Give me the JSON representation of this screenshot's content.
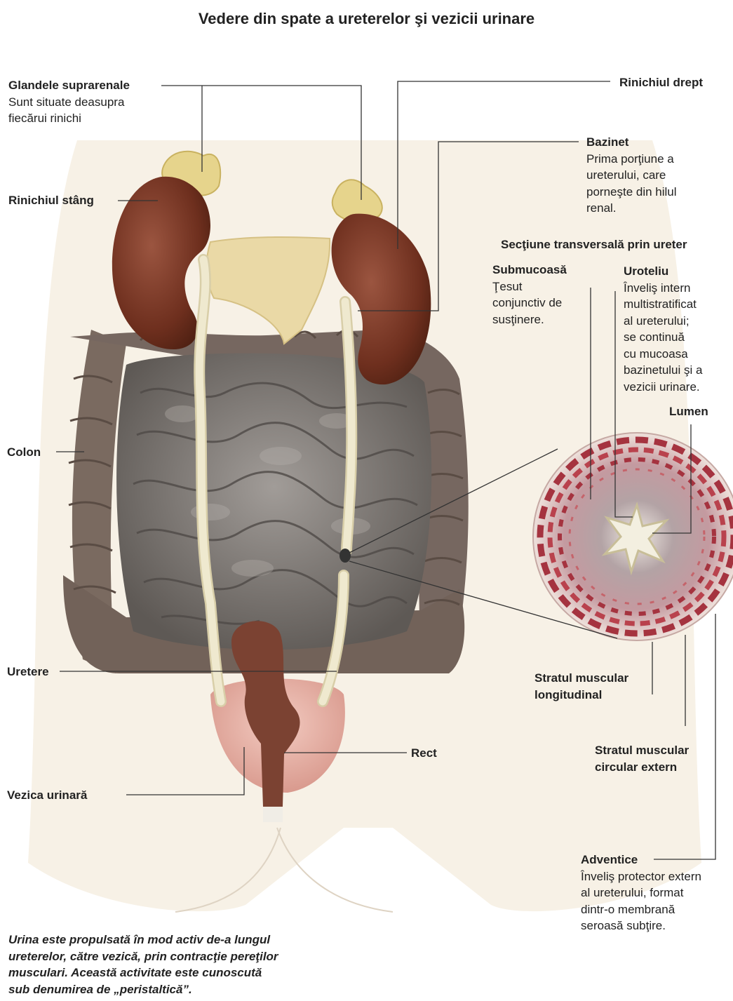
{
  "title": "Vedere din spate a ureterelor şi vezicii urinare",
  "labels": {
    "glandele": {
      "heading": "Glandele suprarenale",
      "lines": [
        "Sunt situate deasupra",
        "fiecărui rinichi"
      ]
    },
    "rinichi_stang": {
      "heading": "Rinichiul stâng"
    },
    "colon": {
      "heading": "Colon"
    },
    "uretere": {
      "heading": "Uretere"
    },
    "vezica": {
      "heading": "Vezica urinară"
    },
    "rect": {
      "heading": "Rect"
    },
    "rinichi_drept": {
      "heading": "Rinichiul drept"
    },
    "bazinet": {
      "heading": "Bazinet",
      "lines": [
        "Prima porţiune a",
        "ureterului, care",
        "porneşte din hilul",
        "renal."
      ]
    },
    "sectiune": {
      "heading": "Secţiune transversală prin ureter"
    },
    "submucoasa": {
      "heading": "Submucoasă",
      "lines": [
        "Ţesut",
        "conjunctiv de",
        "susţinere."
      ]
    },
    "uroteliu": {
      "heading": "Uroteliu",
      "lines": [
        "Înveliş intern",
        "multistratificat",
        "al ureterului;",
        "se continuă",
        "cu mucoasa",
        "bazinetului şi a",
        "vezicii urinare."
      ]
    },
    "lumen": {
      "heading": "Lumen"
    },
    "longitudinal": {
      "heading": "Stratul muscular",
      "heading2": "longitudinal"
    },
    "circular": {
      "heading": "Stratul muscular",
      "heading2": "circular extern"
    },
    "adventice": {
      "heading": "Adventice",
      "lines": [
        "Înveliş protector extern",
        "al ureterului, format",
        "dintr-o membrană",
        "seroasă subţire."
      ]
    }
  },
  "caption": {
    "lines": [
      "Urina este propulsată în mod activ de-a lungul",
      "ureterelor, către vezică, prin contracţie pereţilor",
      "musculari. Această activitate este cunoscută",
      "sub denumirea de „peristaltică”."
    ]
  },
  "colors": {
    "kidney": "#7a3a26",
    "adrenal": "#e6d48c",
    "intestine": "#7d7874",
    "colon": "#7a6a60",
    "ureter": "#efe9cf",
    "bladder": "#e6b0a6",
    "rectum": "#7b4232",
    "muscle": "#a5333f",
    "body": "#f7f1e6"
  }
}
